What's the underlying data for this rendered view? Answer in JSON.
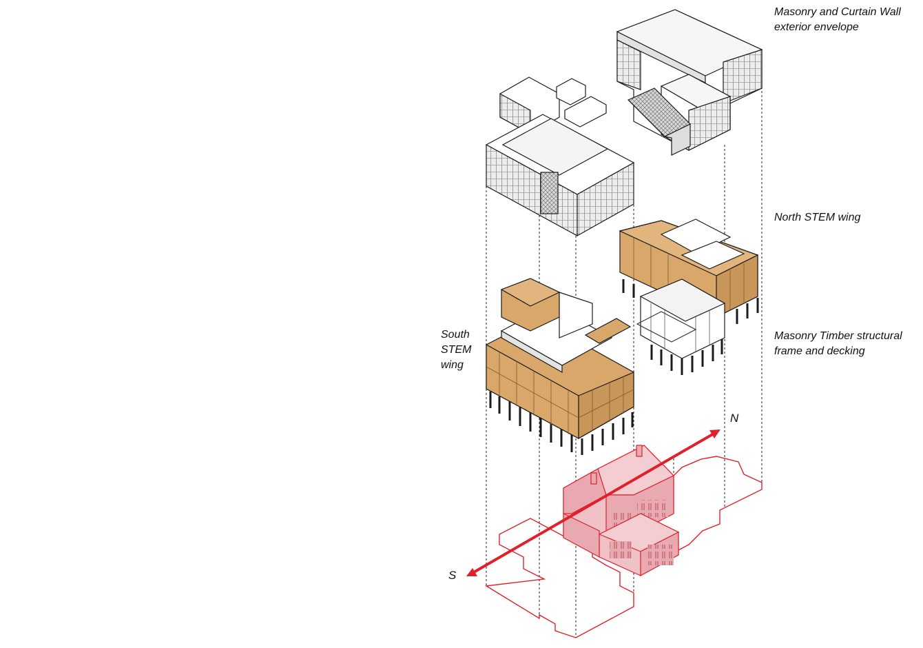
{
  "labels": {
    "envelope": [
      "Masonry and Curtain Wall",
      "exterior envelope"
    ],
    "north_wing": [
      "North STEM wing"
    ],
    "timber_frame": [
      "Masonry Timber structural",
      "frame and decking"
    ],
    "south_wing": [
      "South",
      "STEM",
      "wing"
    ]
  },
  "compass": {
    "north": "N",
    "south": "S"
  },
  "colors": {
    "ink": "#1a1a1a",
    "timber": "#d9a76a",
    "existing_fill": "#e8a9b1",
    "existing_stroke": "#e0202a",
    "arrow": "#e0202a",
    "roof": "#ffffff",
    "facade": "#cfcfcf"
  }
}
